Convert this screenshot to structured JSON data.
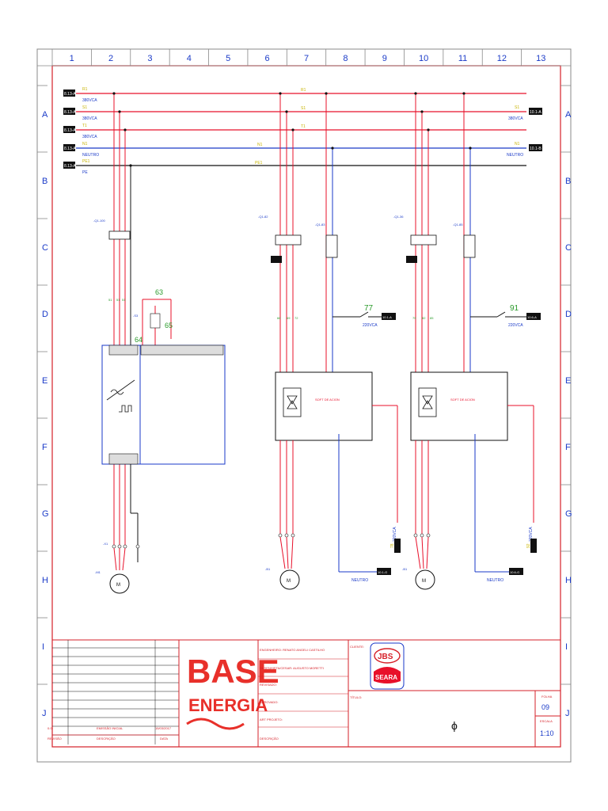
{
  "grid": {
    "columns": [
      "1",
      "2",
      "3",
      "4",
      "5",
      "6",
      "7",
      "8",
      "9",
      "10",
      "11",
      "12",
      "13"
    ],
    "rows": [
      "A",
      "B",
      "C",
      "D",
      "E",
      "F",
      "G",
      "H",
      "I",
      "J"
    ]
  },
  "bus": {
    "left_refs": [
      "8.13-A",
      "8.13-A",
      "8.13-A",
      "8.13-A",
      "8.13-A"
    ],
    "left_labels": [
      "R1",
      "380VCA",
      "S1",
      "380VCA",
      "T1",
      "380VCA",
      "N1",
      "NEUTRO",
      "PE1",
      "PE"
    ],
    "line_labels": [
      "R1",
      "S1",
      "T1",
      "N1",
      "PE1"
    ],
    "right_refs": [
      "10.1-A",
      "10.1-B"
    ],
    "right_labels": [
      "S1",
      "380VCA",
      "N1",
      "NEUTRO"
    ]
  },
  "circuit1": {
    "breaker_tag": "-Q1-100",
    "wire_labels": [
      "51",
      "51",
      "51"
    ],
    "sensor": "-S3",
    "numbers": [
      "63",
      "64",
      "65"
    ],
    "motor_tag": "-M1",
    "terminals_tag": "-X1"
  },
  "circuit2": {
    "breaker_tag": "-Q1-82",
    "relay_tag": "-Q1-83",
    "module_title": "SOFT DE ACION",
    "wire_labels": [
      "66",
      "69",
      "72"
    ],
    "switch_number": "77",
    "voltage": "220VCA",
    "ref_right": "10.1-A",
    "neutro_label": "NEUTRO",
    "ref_neutro": "10.1-G",
    "motor_tag": "-B1",
    "side_voltage": "220VCA",
    "side_number": "78"
  },
  "circuit3": {
    "breaker_tag": "-Q1-36",
    "relay_tag": "-Q1-85",
    "module_title": "SOFT DE ACION",
    "wire_labels": [
      "79",
      "82",
      "85"
    ],
    "switch_number": "91",
    "voltage": "220VCA",
    "ref_right": "10.6-A",
    "neutro_label": "NEUTRO",
    "ref_neutro": "10.6-G",
    "motor_tag": "-B1",
    "side_voltage": "220VCA",
    "side_number": "92"
  },
  "titleblock": {
    "rev_row": [
      "0.0",
      "EMISSÃO INICIAL",
      "15/03/2017"
    ],
    "rev_header": [
      "REVISÃO",
      "DESCRIÇÃO",
      "DATA"
    ],
    "logo_line1": "BASE",
    "logo_line2": "ENERGIA",
    "engineer": "ENGENHEIRO: RENATO ANGELI CASTILHO",
    "drawer": "DESENHISTA/CESAR: AUGUSTO MORETTI",
    "reviewed": "REVISADO:",
    "approved": "APROVADO:",
    "art": "ART PROJETO:",
    "description": "DESCRIÇÃO",
    "client_label": "CLIENTE:",
    "client_logo_1": "JBS",
    "client_logo_2": "SEARA",
    "title_label": "TÍTULO:",
    "title_symbol": "ϕ",
    "folha_label": "FOLHA",
    "folha_value": "09",
    "escala_label": "ESCALA",
    "escala_value": "1:10"
  },
  "colors": {
    "red": "#e8102a",
    "blue": "#1a3ac8",
    "black": "#111111",
    "yellow": "#c8b400",
    "green": "#2a9a2a",
    "frame_red": "#d62028",
    "base_logo": "#e8302a"
  }
}
